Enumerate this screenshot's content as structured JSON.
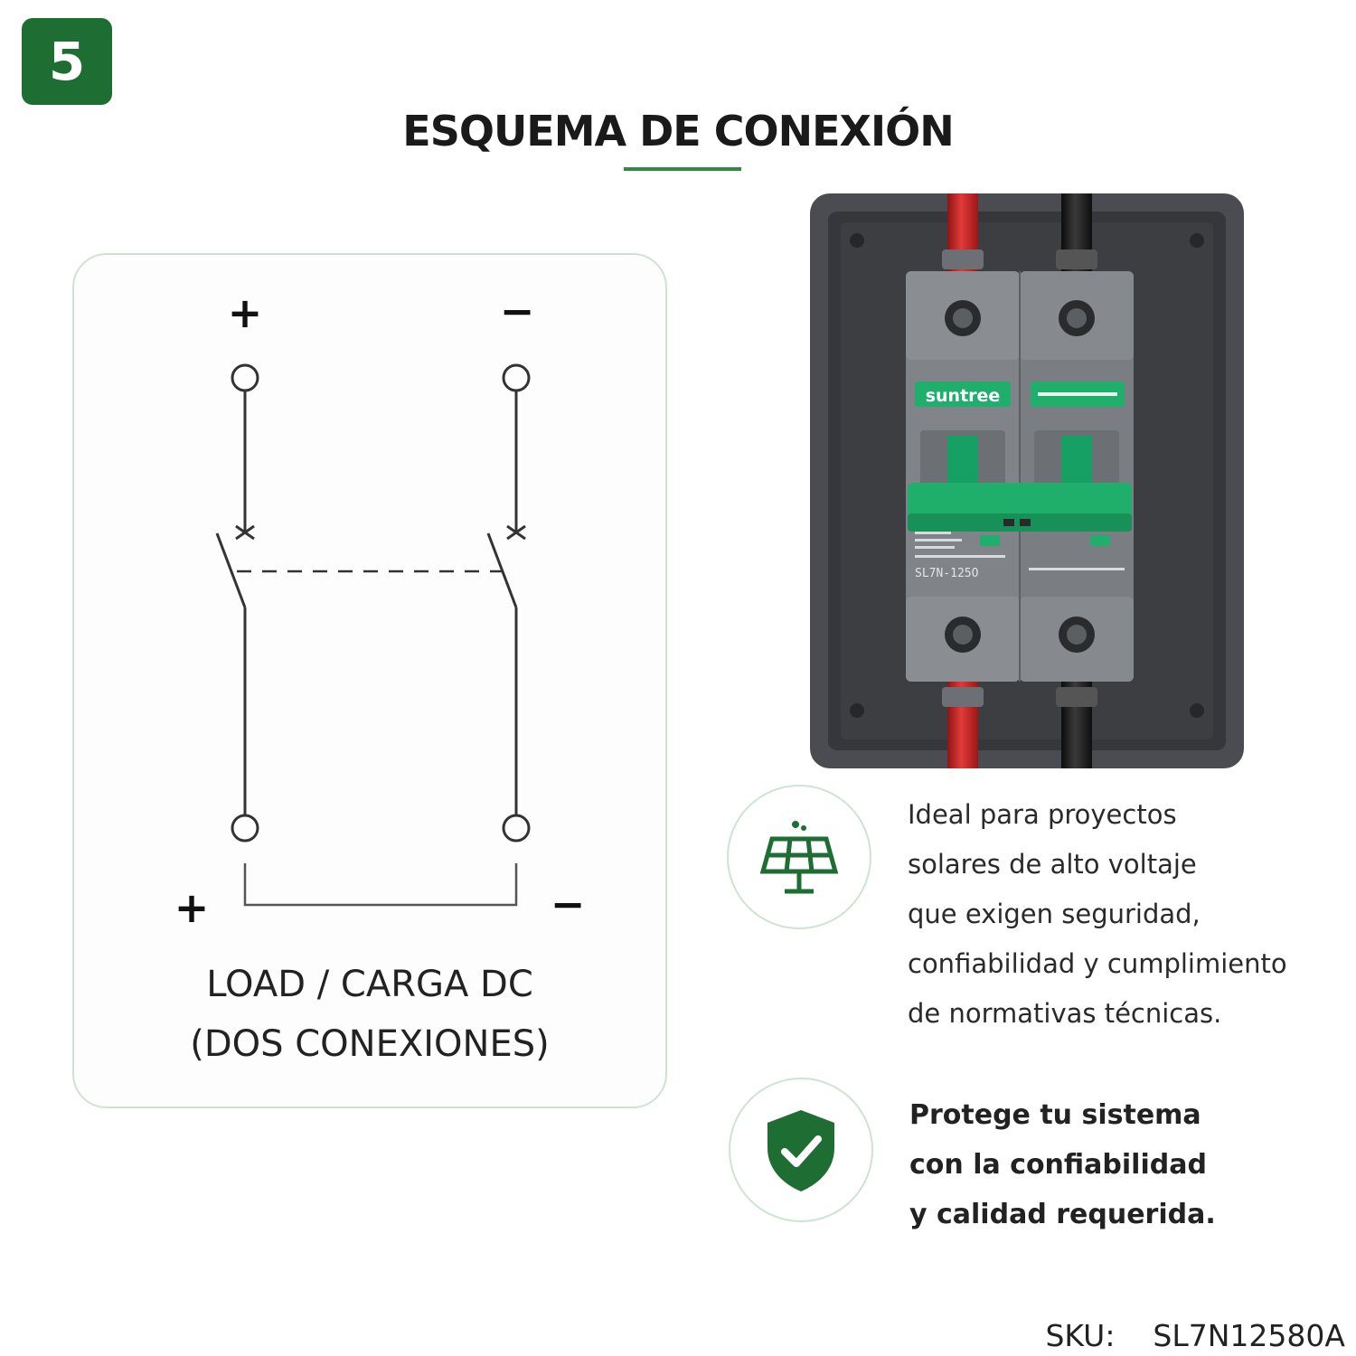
{
  "step_badge": "5",
  "title": "ESQUEMA DE CONEXIÓN",
  "diagram": {
    "plus_top": "+",
    "minus_top": "−",
    "plus_bottom": "+",
    "minus_bottom": "−",
    "load_line1": "LOAD / CARGA DC",
    "load_line2": "(DOS CONEXIONES)"
  },
  "breaker": {
    "brand": "suntree",
    "model": "SL7N-125O"
  },
  "features": [
    {
      "icon": "solar-panel-icon",
      "lines": [
        "Ideal para proyectos",
        "solares de alto voltaje",
        "que exigen seguridad,",
        "confiabilidad y cumplimiento",
        "de normativas técnicas."
      ]
    },
    {
      "icon": "shield-check-icon",
      "lines": [
        "Protege tu sistema",
        "con la confiabilidad",
        "y calidad requerida."
      ]
    }
  ],
  "sku": {
    "label": "SKU:",
    "value": "SL7N12580A"
  },
  "colors": {
    "brand_green": "#1e6e33",
    "accent_green": "#2e8b43",
    "handle_green": "#1fae6c",
    "enclosure": "#3d3f44",
    "red_cable": "#d02626",
    "black_cable": "#1b1b1b"
  }
}
